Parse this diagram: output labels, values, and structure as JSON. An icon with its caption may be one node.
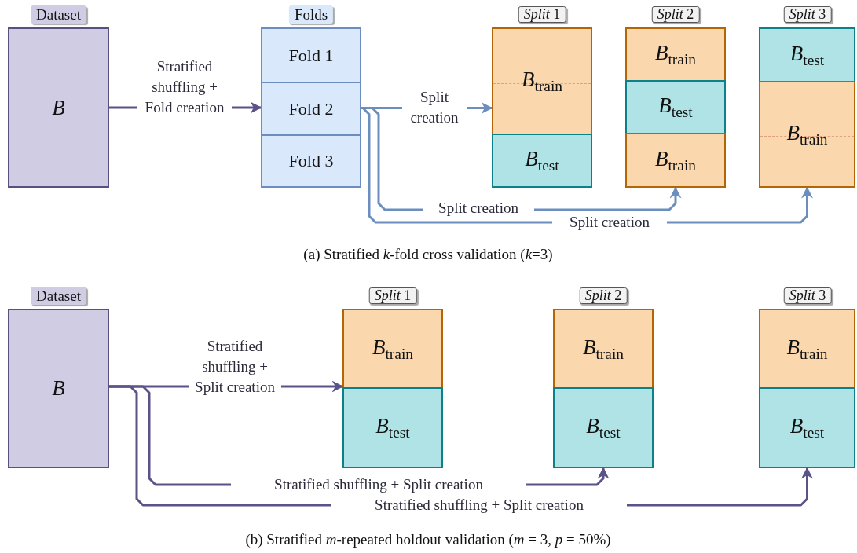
{
  "diagram": {
    "nodes": [
      {
        "text": [
          "Dataset",
          "*B*"
        ]
      },
      {
        "text": [
          "Folds"
        ]
      },
      {
        "text": [
          "Fold 1"
        ],
        "in": 1
      },
      {
        "text": [
          "Fold 2"
        ],
        "in": 1
      },
      {
        "text": [
          "Fold 3"
        ],
        "in": 1
      },
      {
        "text": [
          "*B*$_{train}$"
        ]
      },
      {
        "text": [
          "*B*$_{test}$"
        ]
      },
      {
        "text": [
          "*B*$_{train}$"
        ]
      },
      {
        "text": [
          "*B*$_{test}$"
        ]
      },
      {
        "text": [
          "*B*$_{train}$"
        ]
      },
      {
        "text": [
          "*B*$_{test}$"
        ]
      },
      {
        "text": [
          "*B*$_{train}$"
        ]
      },
      {
        "text": [
          "Dataset",
          "*B*"
        ]
      },
      {
        "text": [
          "*B*$_{train}$"
        ]
      },
      {
        "text": [
          "*B*$_{test}$"
        ]
      },
      {
        "text": [
          "*B*$_{train}$"
        ]
      },
      {
        "text": [
          "*B*$_{test}$"
        ]
      },
      {
        "text": [
          "*B*$_{train}$"
        ]
      },
      {
        "text": [
          "*B*$_{test}$"
        ]
      }
    ],
    "edges": [
      {
        "from": 0,
        "to": 3,
        "arrow": "to",
        "label": "Stratified shuffling + Fold creation"
      },
      {
        "from": 3,
        "to": 5,
        "arrow": "to",
        "label": "Split creation",
        "color": "#6c8ebf"
      },
      {
        "from": 3,
        "to": 9,
        "arrow": "to",
        "label": "Split creation",
        "color": "#6c8ebf"
      },
      {
        "from": 3,
        "to": 11,
        "arrow": "to",
        "label": "Split creation",
        "color": "#6c8ebf"
      },
      {
        "from": 12,
        "to": 13,
        "arrow": "to",
        "label": "Stratified shuffling + Split creation"
      },
      {
        "from": 12,
        "to": 16,
        "arrow": "to",
        "label": "Stratified shuffling + Split creation"
      },
      {
        "from": 12,
        "to": 18,
        "arrow": "to",
        "label": "Stratified shuffling + Split creation"
      }
    ],
    "labels": [
      "*Split* 1",
      "*Split* 2",
      "*Split* 3",
      "(a) Stratified *k*-fold cross validation (*k*=3)",
      "*Split* 1",
      "*Split* 2",
      "*Split* 3",
      "(b) Stratified *m*-repeated holdout validation (*m* = 3, *p* = 50%)"
    ]
  }
}
